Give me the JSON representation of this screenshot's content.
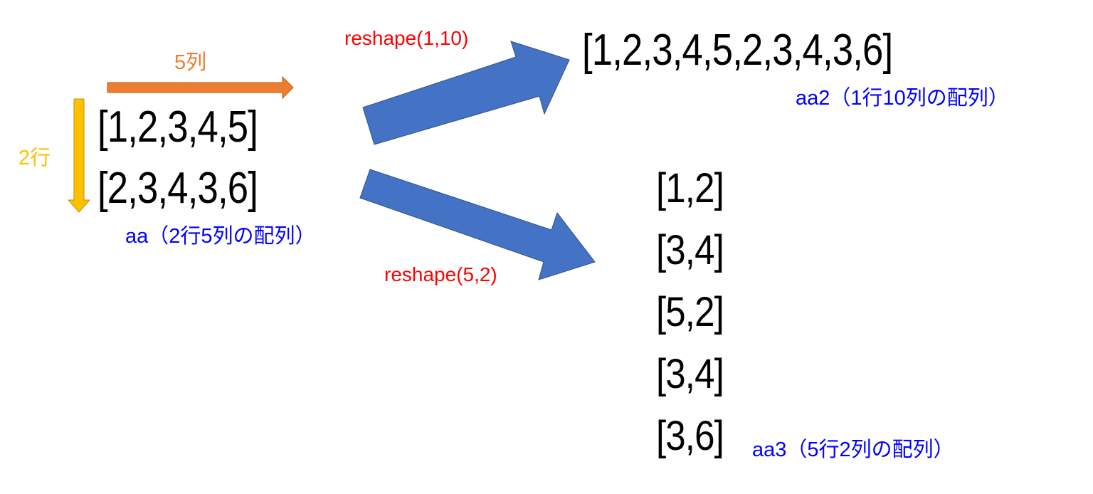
{
  "source": {
    "name": "aa",
    "rows": [
      "[1,2,3,4,5]",
      "[2,3,4,3,6]"
    ],
    "caption": "aa（2行5列の配列）",
    "cols_label": "5列",
    "rows_label": "2行"
  },
  "top_target": {
    "operation": "reshape(1,10)",
    "array": "[1,2,3,4,5,2,3,4,3,6]",
    "caption": "aa2（1行10列の配列）"
  },
  "bottom_target": {
    "operation": "reshape(5,2)",
    "rows": [
      "[1,2]",
      "[3,4]",
      "[5,2]",
      "[3,4]",
      "[3,6]"
    ],
    "caption": "aa3（5行2列の配列）"
  },
  "colors": {
    "cols_arrow": "#ed7d31",
    "rows_arrow": "#ffc000",
    "big_arrow": "#4472c4",
    "caption": "#0000ff",
    "operation": "#ff0000"
  }
}
